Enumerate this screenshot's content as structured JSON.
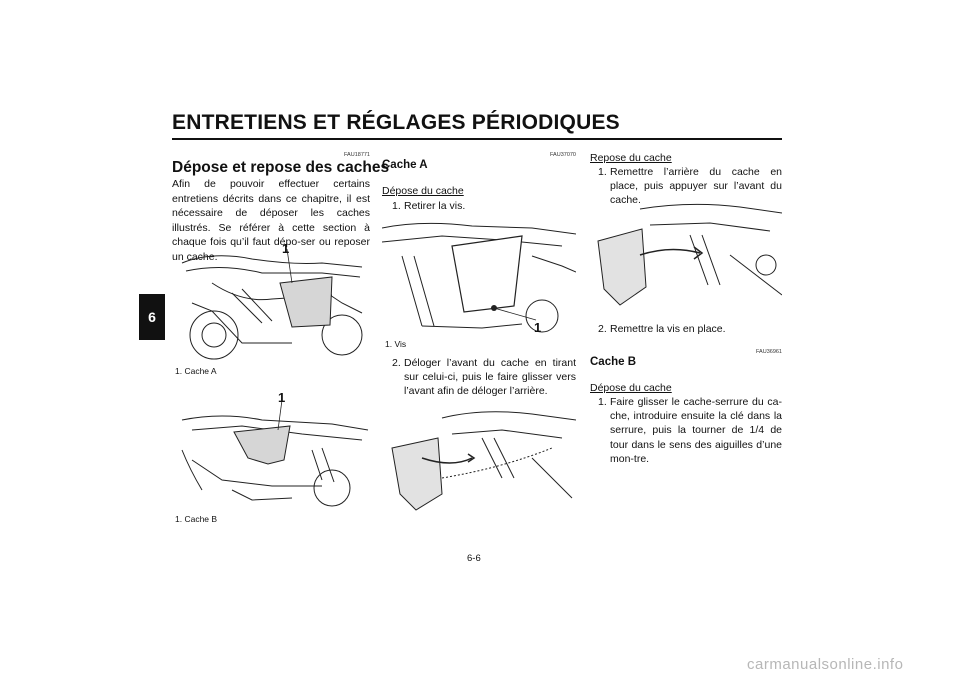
{
  "header": {
    "title": "ENTRETIENS ET RÉGLAGES PÉRIODIQUES"
  },
  "side_tab": {
    "label": "6"
  },
  "col1": {
    "code": "FAU18771",
    "heading": "Dépose et repose des caches",
    "paragraph": "Afin de pouvoir effectuer certains entretiens décrits dans ce chapitre, il est nécessaire de déposer les caches illustrés. Se référer à cette section à chaque fois qu’il faut dépo-ser ou reposer un cache.",
    "fig1": {
      "callout": "1",
      "caption": "1.  Cache A"
    },
    "fig2": {
      "callout": "1",
      "caption": "1.  Cache B"
    }
  },
  "col2": {
    "code": "FAU37070",
    "heading": "Cache A",
    "subheading": "Dépose du cache",
    "step1": {
      "num": "1.",
      "text": "Retirer la vis."
    },
    "fig": {
      "callout": "1",
      "caption": "1.  Vis"
    },
    "step2": {
      "num": "2.",
      "text": "Déloger l’avant du cache en tirant sur celui-ci, puis le faire glisser vers l’avant afin de déloger l’arrière."
    }
  },
  "col3": {
    "subheading": "Repose du cache",
    "step1": {
      "num": "1.",
      "text": "Remettre l’arrière du cache en place, puis appuyer sur l’avant du cache."
    },
    "step2": {
      "num": "2.",
      "text": "Remettre la vis en place."
    },
    "code": "FAU36961",
    "heading": "Cache B",
    "subheading2": "Dépose du cache",
    "stepB1": {
      "num": "1.",
      "text": "Faire glisser le cache-serrure du ca-che, introduire ensuite la clé dans la serrure, puis la tourner de 1/4 de tour dans le sens des aiguilles d’une mon-tre."
    }
  },
  "footer": {
    "page": "6-6",
    "watermark": "carmanualsonline.info"
  }
}
